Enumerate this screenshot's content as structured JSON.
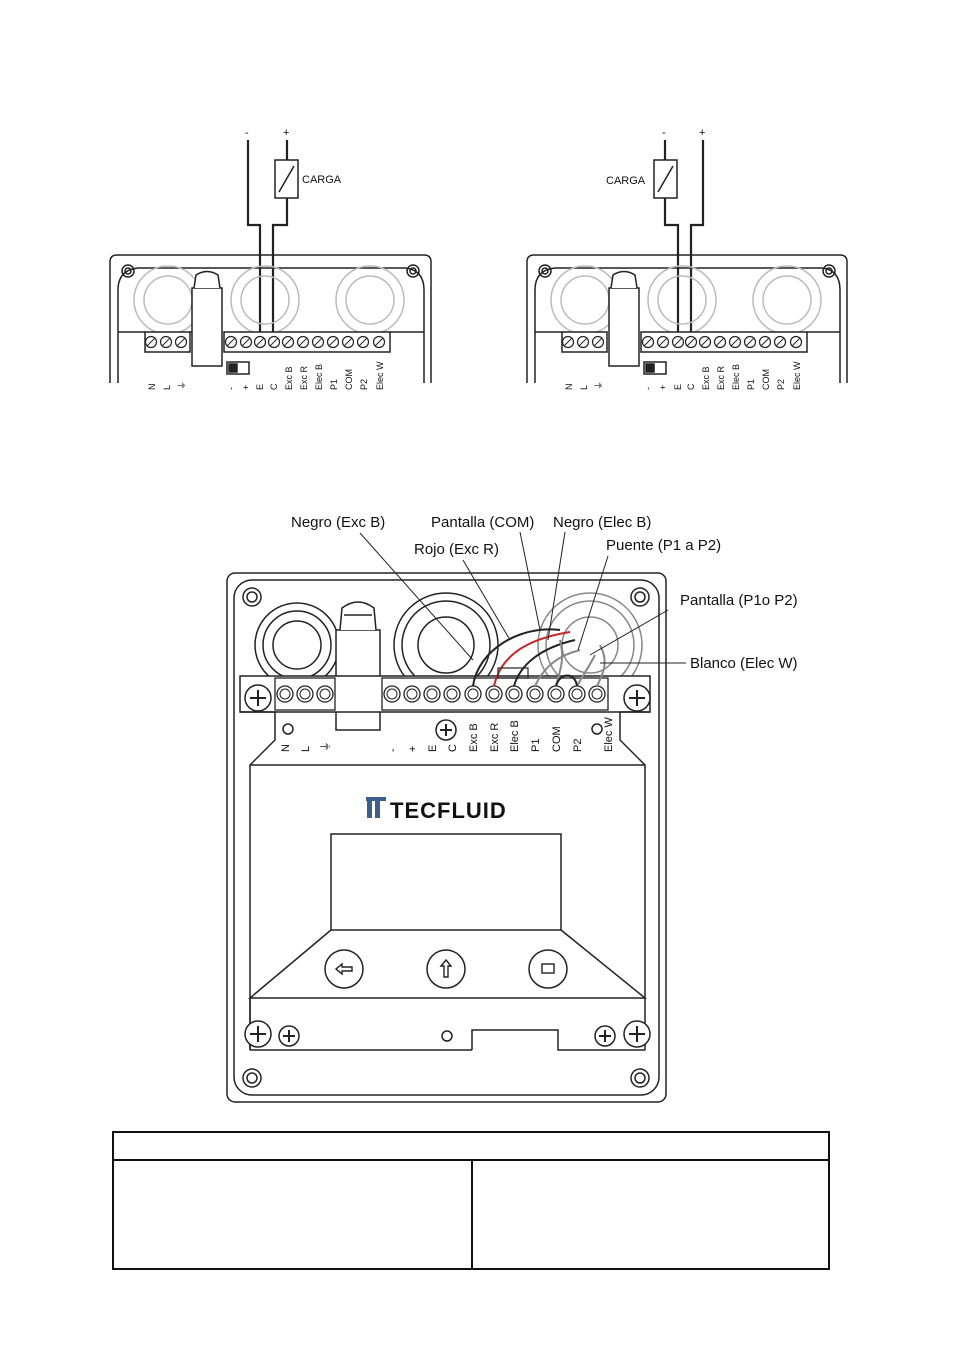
{
  "diagram_left": {
    "minus": "-",
    "plus": "+",
    "load_label": "CARGA",
    "terminals": [
      "N",
      "L",
      "⏚",
      "-",
      "+",
      "E",
      "C",
      "Exc B",
      "Exc R",
      "Elec B",
      "P1",
      "COM",
      "P2",
      "Elec W"
    ]
  },
  "diagram_right": {
    "minus": "-",
    "plus": "+",
    "load_label": "CARGA",
    "terminals": [
      "N",
      "L",
      "⏚",
      "-",
      "+",
      "E",
      "C",
      "Exc B",
      "Exc R",
      "Elec B",
      "P1",
      "COM",
      "P2",
      "Elec W"
    ]
  },
  "diagram_main": {
    "callouts": {
      "negro_exc_b": "Negro (Exc B)",
      "pantalla_com": "Pantalla (COM)",
      "negro_elec_b": "Negro (Elec B)",
      "rojo_exc_r": "Rojo (Exc R)",
      "puente": "Puente (P1 a P2)",
      "pantalla_p1_p2": "Pantalla (P1o P2)",
      "blanco": "Blanco (Elec W)"
    },
    "terminals": [
      "N",
      "L",
      "⏚",
      "-",
      "+",
      "E",
      "C",
      "Exc B",
      "Exc R",
      "Elec B",
      "P1",
      "COM",
      "P2",
      "Elec W"
    ],
    "logo_text": "TECFLUID",
    "colors": {
      "red_wire": "#cc2222",
      "line": "#222222"
    }
  },
  "table": {
    "header": "",
    "cell_left": "",
    "cell_right": ""
  }
}
